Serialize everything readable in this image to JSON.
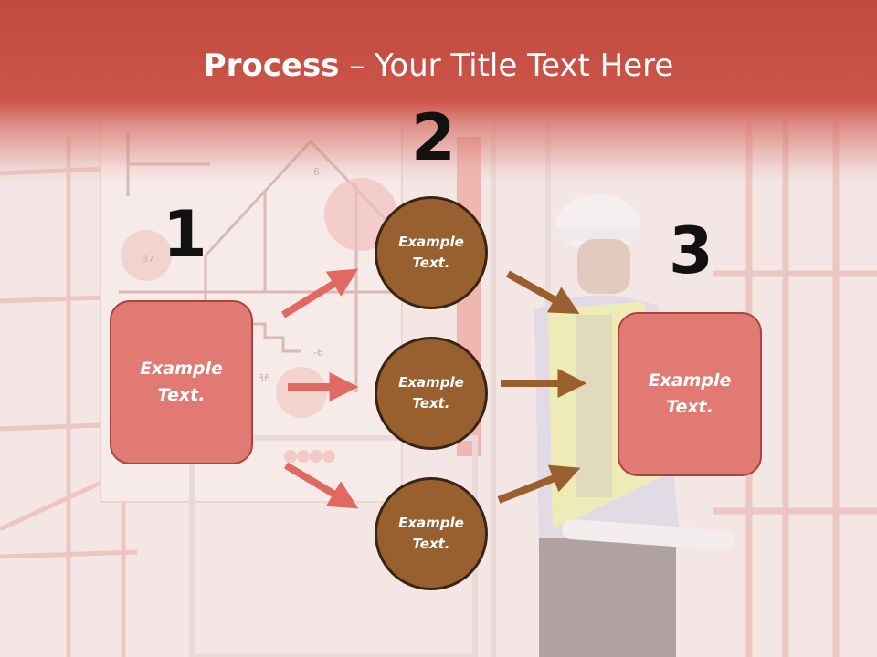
{
  "slide": {
    "title_bold": "Process",
    "title_rest": " – Your Title Text Here"
  },
  "numbers": [
    "1",
    "2",
    "3"
  ],
  "boxes": [
    {
      "line1": "Example",
      "line2": "Text."
    },
    {
      "line1": "Example",
      "line2": "Text."
    }
  ],
  "circles": [
    {
      "line1": "Example",
      "line2": "Text."
    },
    {
      "line1": "Example",
      "line2": "Text."
    },
    {
      "line1": "Example",
      "line2": "Text."
    }
  ],
  "colors": {
    "title_band": "#cd5448",
    "box_fill": "#e07a72",
    "box_border": "#a8443c",
    "circle_fill": "#99602f",
    "circle_border": "#3a2414",
    "red_arrow": "#e06a62",
    "brown_arrow": "#9a5f2e"
  },
  "background_scene": {
    "wall_numbers": [
      "37",
      "36",
      "6",
      "-6"
    ]
  }
}
